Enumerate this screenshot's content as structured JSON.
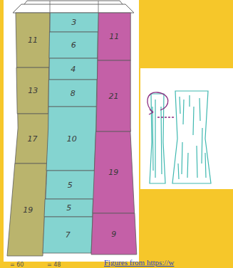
{
  "diagram": {
    "caption": "Figures from https://w",
    "nodes": [
      {
        "text": [
          "11"
        ]
      },
      {
        "text": [
          "13"
        ]
      },
      {
        "text": [
          "17"
        ]
      },
      {
        "text": [
          "19"
        ]
      },
      {
        "text": [
          "3"
        ]
      },
      {
        "text": [
          "6"
        ]
      },
      {
        "text": [
          "4"
        ]
      },
      {
        "text": [
          "8"
        ]
      },
      {
        "text": [
          "10"
        ]
      },
      {
        "text": [
          "5"
        ]
      },
      {
        "text": [
          "5"
        ]
      },
      {
        "text": [
          "7"
        ]
      },
      {
        "text": [
          "11"
        ]
      },
      {
        "text": [
          "21"
        ]
      },
      {
        "text": [
          "19"
        ]
      },
      {
        "text": [
          "9"
        ]
      }
    ],
    "labels": [
      "= 60",
      "= 48"
    ]
  }
}
